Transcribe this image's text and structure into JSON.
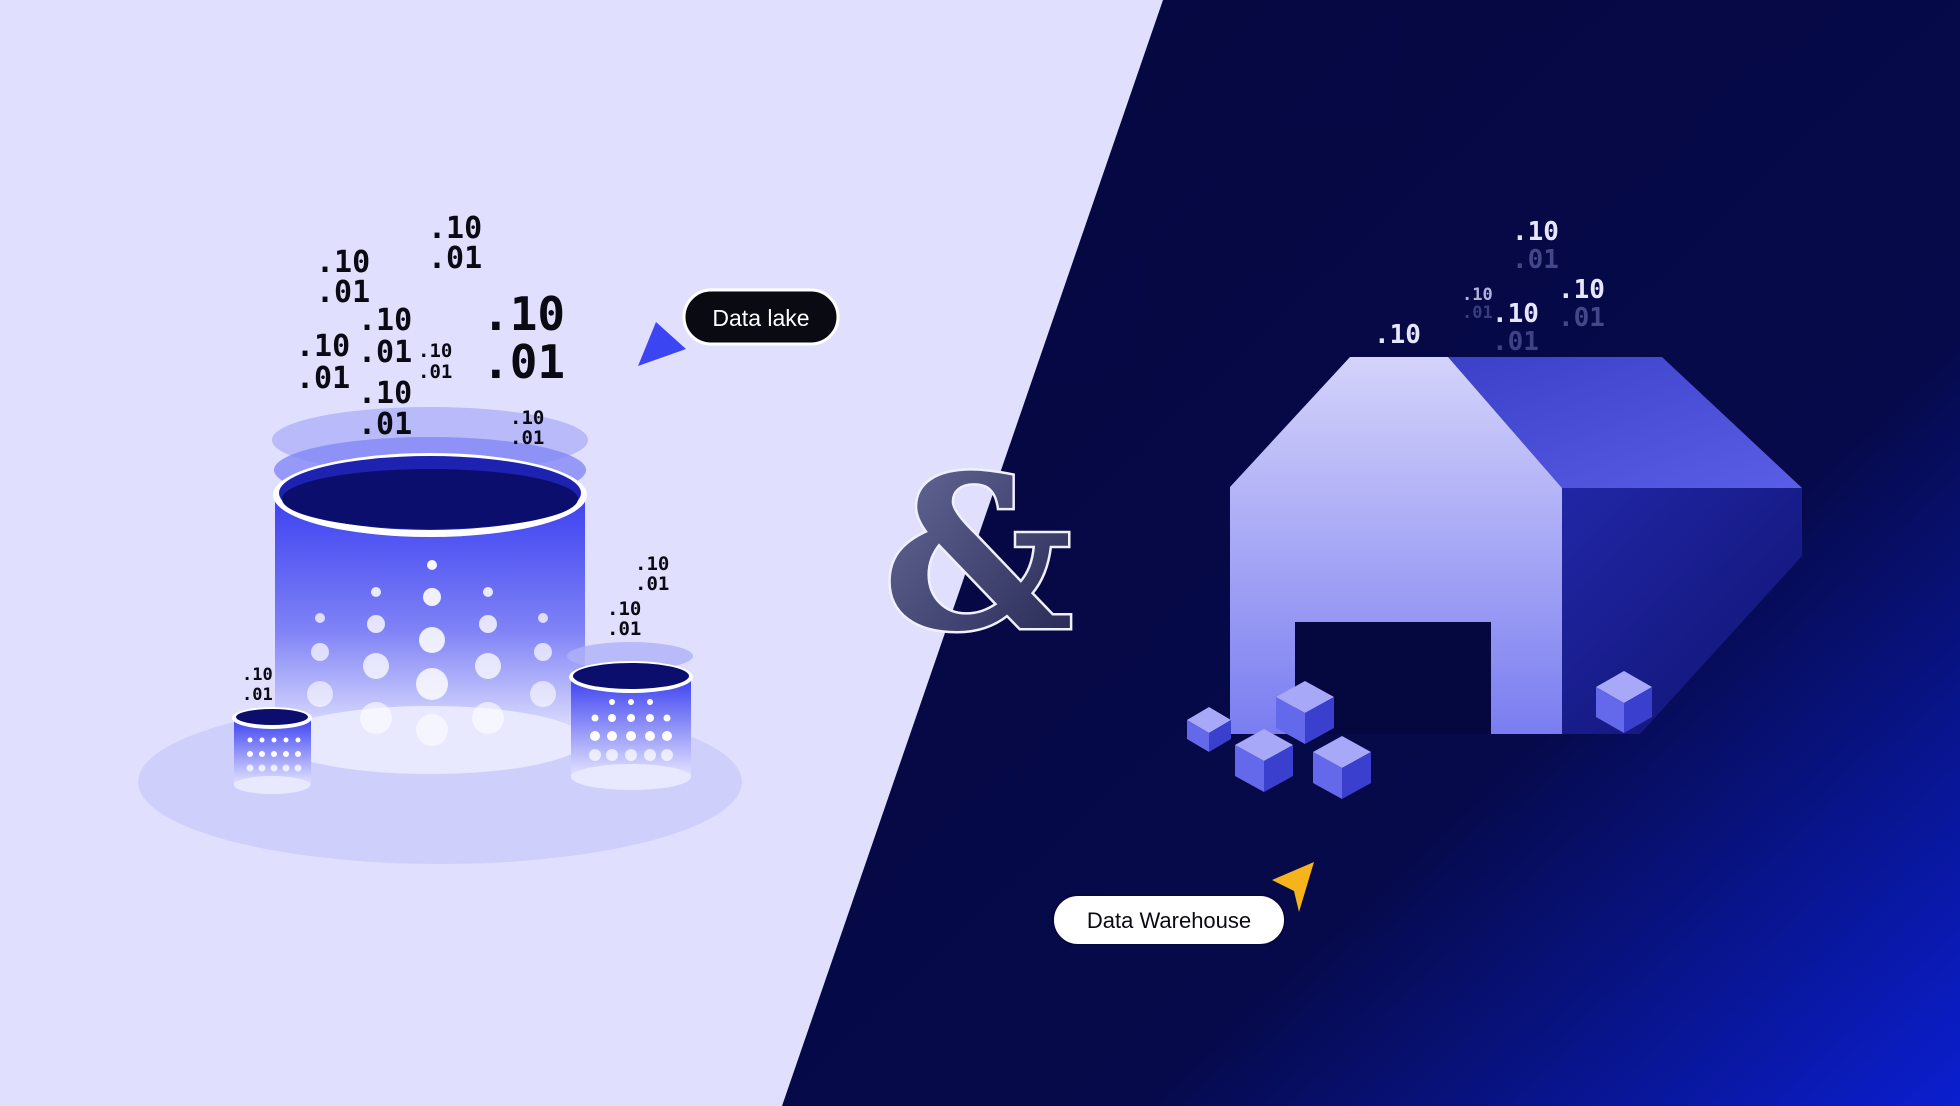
{
  "labels": {
    "data_lake": "Data lake",
    "data_warehouse": "Data Warehouse",
    "ampersand": "&"
  },
  "bits": {
    "ten": ".10",
    "one": ".01"
  },
  "colors": {
    "left_background": "#e0e0fe",
    "right_background": "#05073f",
    "accent_blue": "#4a50f0",
    "pointer_blue": "#3b45f2",
    "pointer_yellow": "#f5b41c",
    "tag_dark": "#0a0a12",
    "tag_light": "#ffffff"
  },
  "icons": {
    "lake_pointer": "arrow-pointer-icon",
    "warehouse_pointer": "arrow-pointer-icon"
  }
}
